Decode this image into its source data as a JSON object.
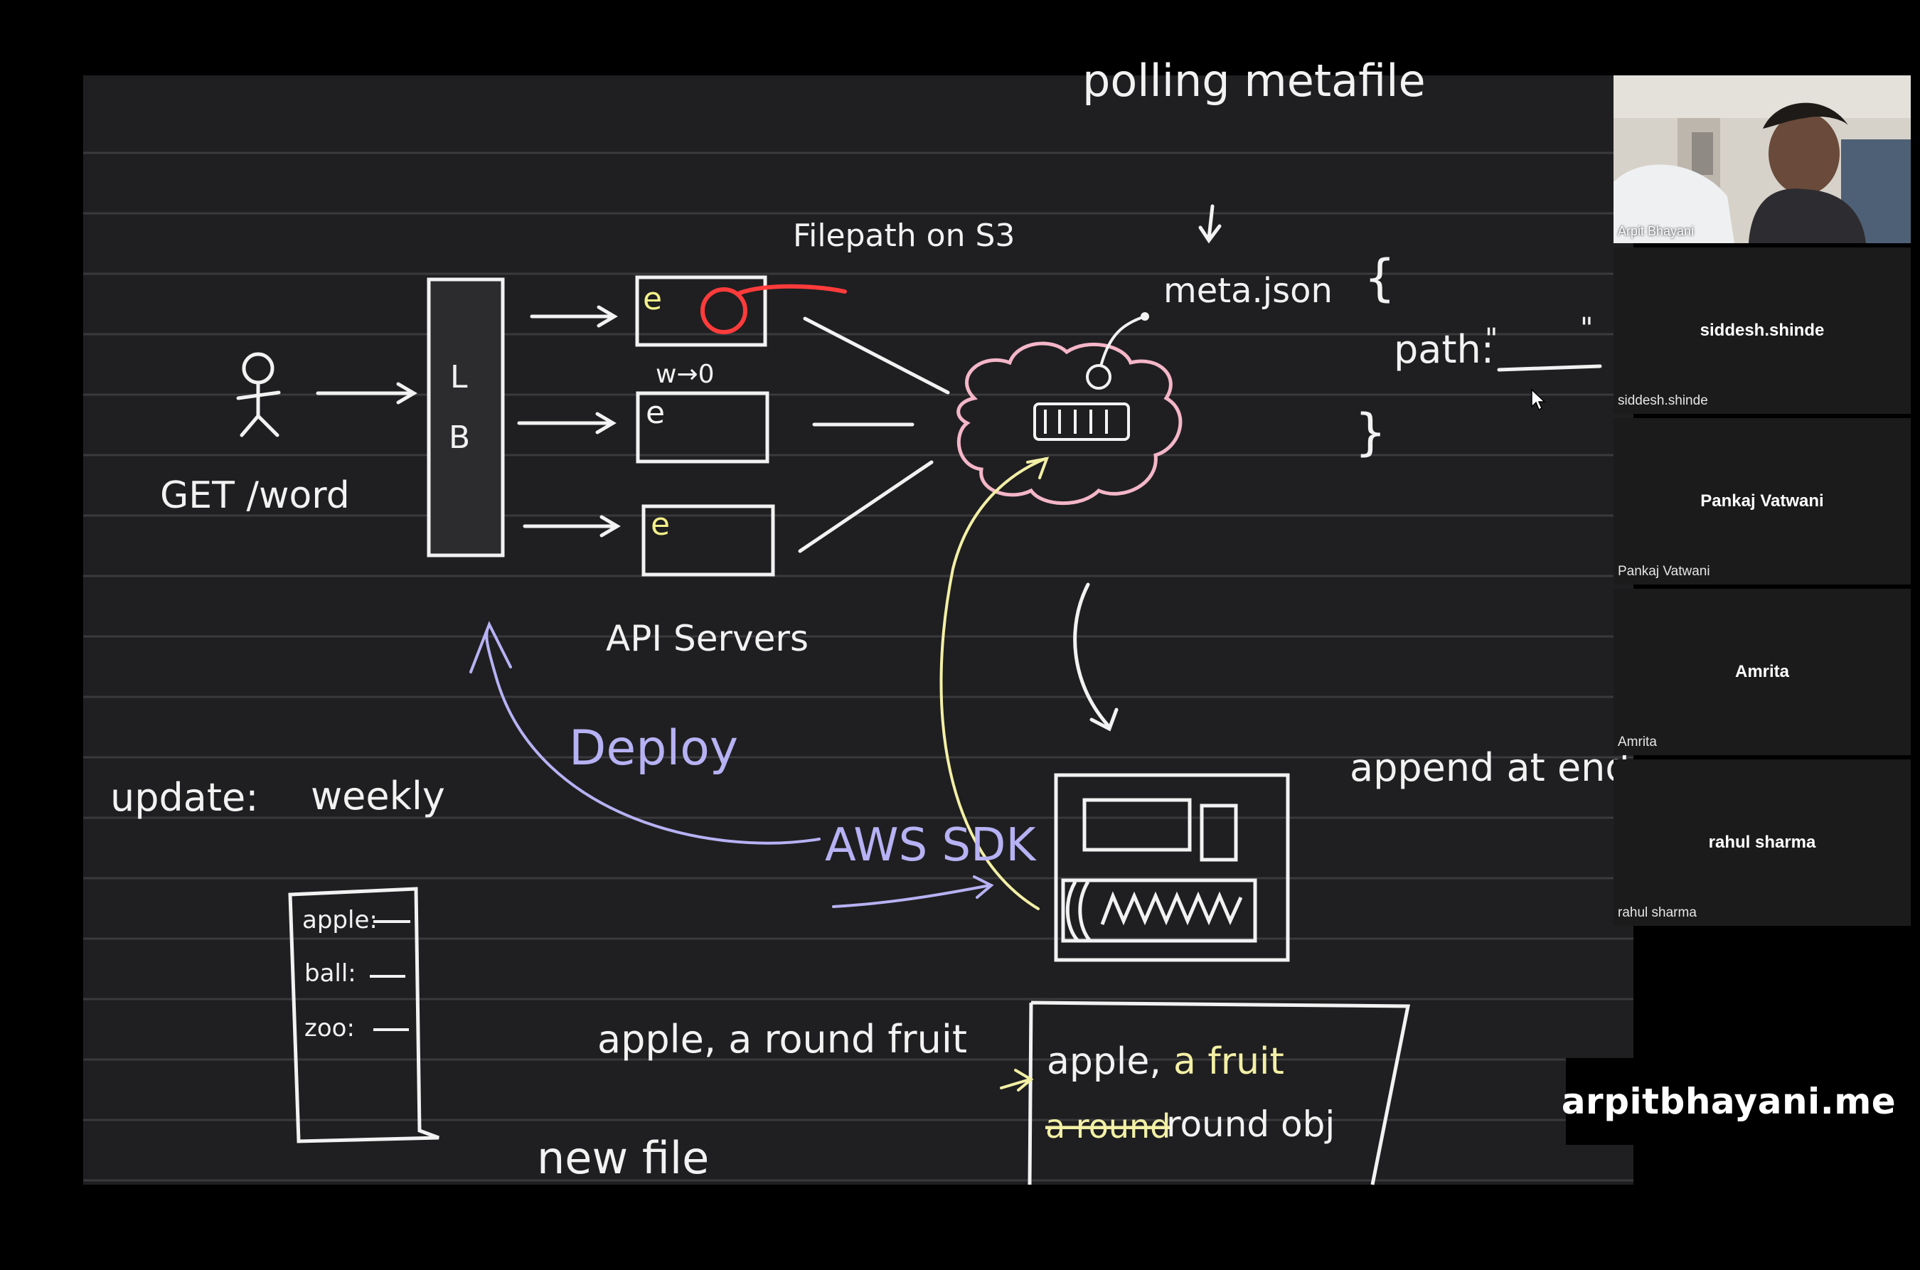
{
  "whiteboard": {
    "heading_cut": "polling metafile",
    "filepath_label": "Filepath on S3",
    "meta_json": "meta.json",
    "open_brace": "{",
    "close_brace": "}",
    "path_label": "path:",
    "quote_open": "\"",
    "quote_close": "\"",
    "w_to_0": "w→0",
    "lb_l": "L",
    "lb_b": "B",
    "get_word": "GET /word",
    "api_servers": "API Servers",
    "deploy": "Deploy",
    "aws_sdk": "AWS SDK",
    "update_label": "update:",
    "weekly": "weekly",
    "append_at_end": "append at end",
    "apple_round_fruit": "apple, a round fruit",
    "new_file": "new file",
    "box_line1_prefix": "apple,",
    "box_line1_highlight": "a fruit",
    "box_line2_strike": "a round",
    "box_line2_rest": "round obj",
    "list_apple": "apple:",
    "list_ball": "ball:",
    "list_zoo": "zoo:",
    "server_glyph": "e"
  },
  "participants": [
    {
      "name": "siddesh.shinde",
      "label": "siddesh.shinde"
    },
    {
      "name": "Pankaj Vatwani",
      "label": "Pankaj Vatwani"
    },
    {
      "name": "Amrita",
      "label": "Amrita"
    },
    {
      "name": "rahul sharma",
      "label": "rahul sharma"
    }
  ],
  "presenter": {
    "name": "Arpit Bhayani"
  },
  "brand": "arpitbhayani.me",
  "colors": {
    "board": "#1f1f21",
    "ink": "#f2f2f2",
    "red": "#ff3b3b",
    "pink": "#f4b6c8",
    "yellow": "#f3f0a6",
    "lavender": "#b7b2f4"
  }
}
